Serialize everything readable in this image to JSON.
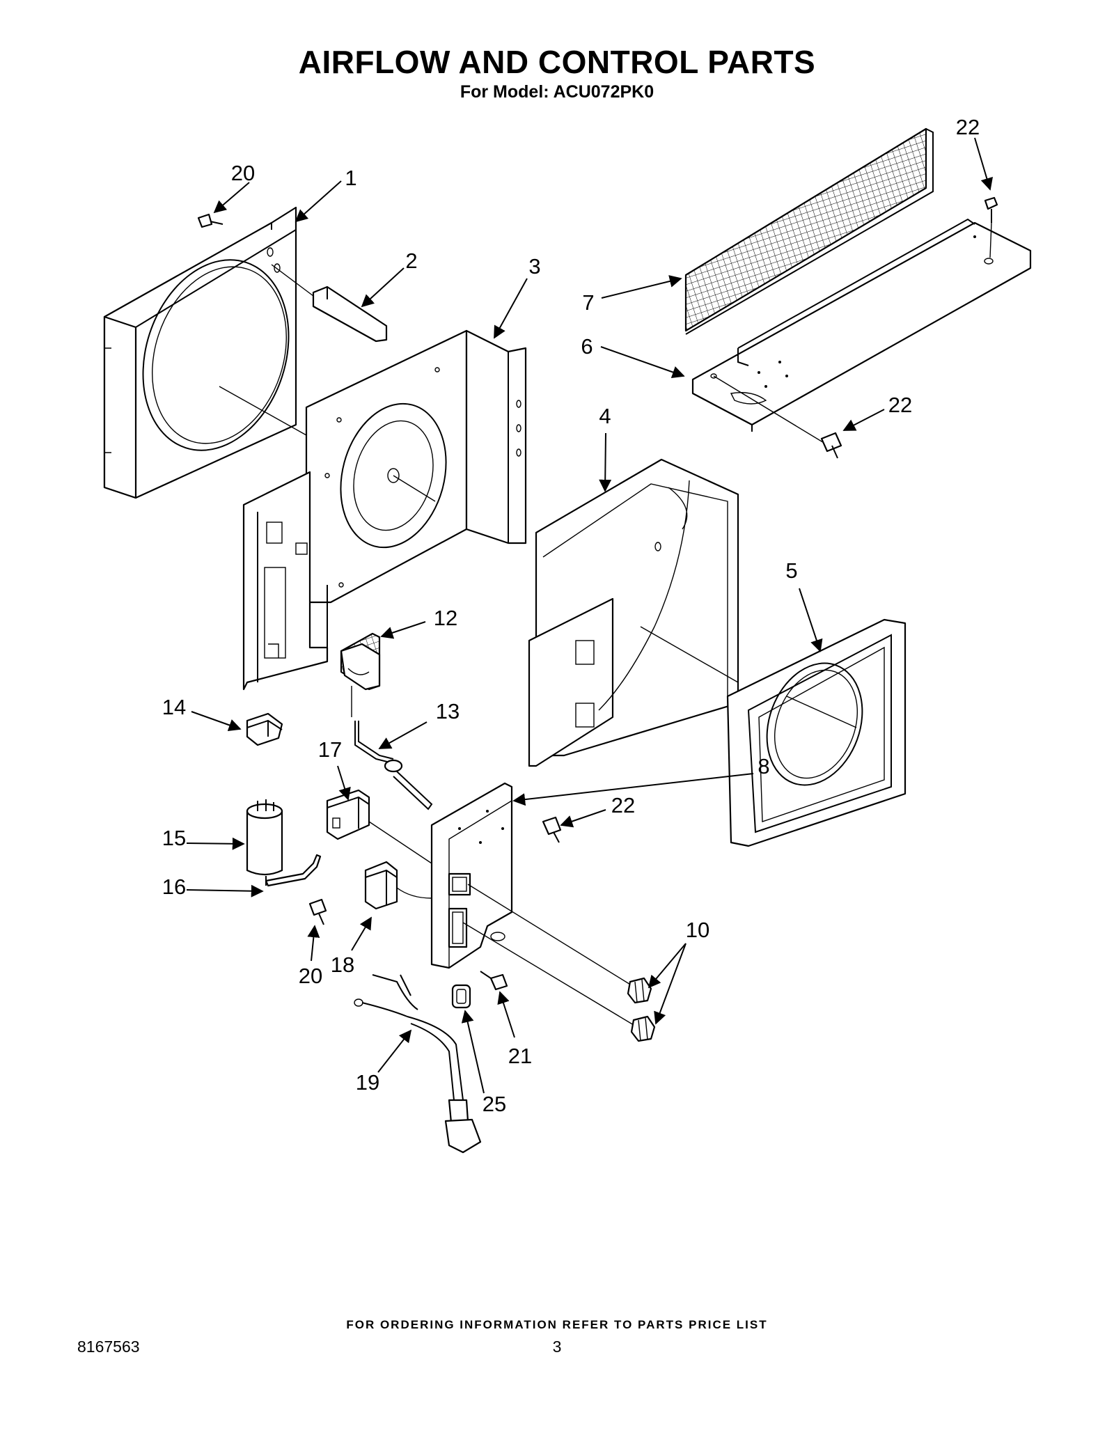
{
  "page": {
    "title": "AIRFLOW AND CONTROL PARTS",
    "subtitle": "For Model: ACU072PK0",
    "footer_note": "FOR ORDERING INFORMATION REFER TO PARTS PRICE LIST",
    "document_number": "8167563",
    "page_number": "3"
  },
  "callouts": [
    {
      "id": "c20a",
      "text": "20"
    },
    {
      "id": "c1",
      "text": "1"
    },
    {
      "id": "c2",
      "text": "2"
    },
    {
      "id": "c3",
      "text": "3"
    },
    {
      "id": "c22a",
      "text": "22"
    },
    {
      "id": "c7",
      "text": "7"
    },
    {
      "id": "c6",
      "text": "6"
    },
    {
      "id": "c22b",
      "text": "22"
    },
    {
      "id": "c4",
      "text": "4"
    },
    {
      "id": "c5",
      "text": "5"
    },
    {
      "id": "c12",
      "text": "12"
    },
    {
      "id": "c14",
      "text": "14"
    },
    {
      "id": "c13",
      "text": "13"
    },
    {
      "id": "c17",
      "text": "17"
    },
    {
      "id": "c8",
      "text": "8"
    },
    {
      "id": "c22c",
      "text": "22"
    },
    {
      "id": "c15",
      "text": "15"
    },
    {
      "id": "c16",
      "text": "16"
    },
    {
      "id": "c10",
      "text": "10"
    },
    {
      "id": "c20b",
      "text": "20"
    },
    {
      "id": "c18",
      "text": "18"
    },
    {
      "id": "c21",
      "text": "21"
    },
    {
      "id": "c19",
      "text": "19"
    },
    {
      "id": "c25",
      "text": "25"
    }
  ]
}
